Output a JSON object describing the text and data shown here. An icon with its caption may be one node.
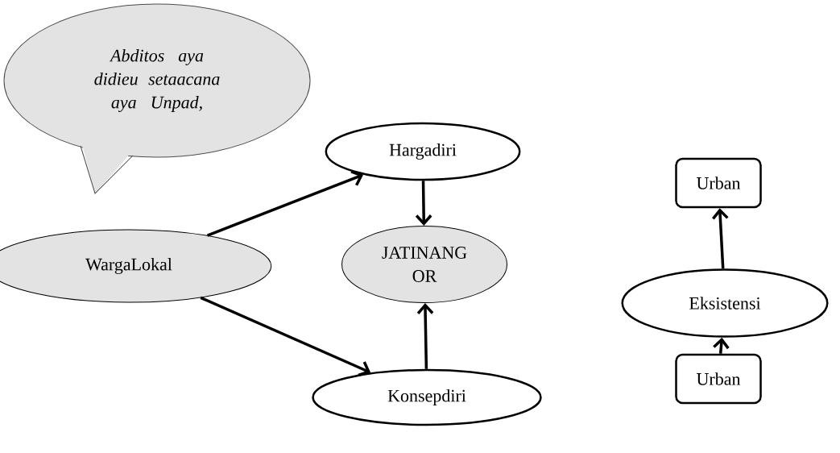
{
  "diagram": {
    "nodes": [
      {
        "text": [
          "*Abditos aya didieu setaacana aya Unpad,*"
        ]
      },
      {
        "text": [
          "Hargadiri"
        ]
      },
      {
        "text": [
          "WargaLokal"
        ]
      },
      {
        "text": [
          "JATINANG OR"
        ]
      },
      {
        "text": [
          "Konsepdiri"
        ]
      },
      {
        "text": [
          "Urban"
        ]
      },
      {
        "text": [
          "Eksistensi"
        ]
      },
      {
        "text": [
          "Urban"
        ]
      }
    ],
    "edges": [
      {
        "from": 2,
        "to": 1,
        "arrow": "to"
      },
      {
        "from": 1,
        "to": 3,
        "arrow": "to"
      },
      {
        "from": 2,
        "to": 4,
        "arrow": "to"
      },
      {
        "from": 4,
        "to": 3,
        "arrow": "to"
      },
      {
        "from": 6,
        "to": 5,
        "arrow": "to"
      },
      {
        "from": 7,
        "to": 6,
        "arrow": "to"
      }
    ]
  }
}
